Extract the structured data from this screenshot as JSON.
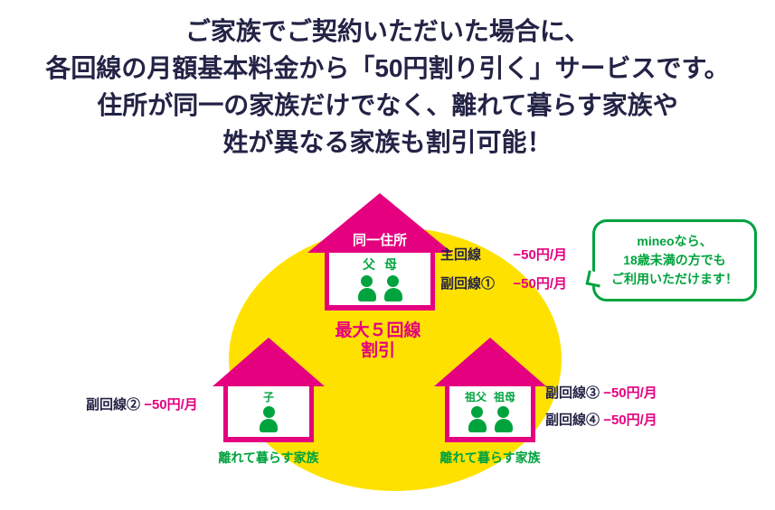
{
  "header": {
    "lines": [
      "ご家族でご契約いただいた場合に、",
      "各回線の月額基本料金から「50円割り引く」サービスです。",
      "住所が同一の家族だけでなく、離れて暮らす家族や",
      "姓が異なる家族も割引可能！"
    ]
  },
  "diagram": {
    "center_label": {
      "line1": "最大５回線",
      "line2": "割引"
    },
    "houses": {
      "top": {
        "roof_label": "同一住所",
        "occupants": [
          "父",
          "母"
        ]
      },
      "left": {
        "occupants": [
          "子"
        ],
        "caption": "離れて暮らす家族"
      },
      "right": {
        "occupants": [
          "祖父",
          "祖母"
        ],
        "caption": "離れて暮らす家族"
      }
    },
    "price_labels": {
      "main": {
        "name": "主回線",
        "price": "−50円/月"
      },
      "sub1": {
        "name": "副回線①",
        "price": "−50円/月"
      },
      "sub2": {
        "name": "副回線②",
        "price": "−50円/月"
      },
      "sub3": {
        "name": "副回線③",
        "price": "−50円/月"
      },
      "sub4": {
        "name": "副回線④",
        "price": "−50円/月"
      }
    },
    "speech_bubble": {
      "lines": [
        "mineoなら、",
        "18歳未満の方でも",
        "ご利用いただけます！"
      ]
    }
  },
  "colors": {
    "magenta": "#e4007f",
    "yellow": "#ffe100",
    "green": "#00a33e",
    "navy": "#232346"
  }
}
